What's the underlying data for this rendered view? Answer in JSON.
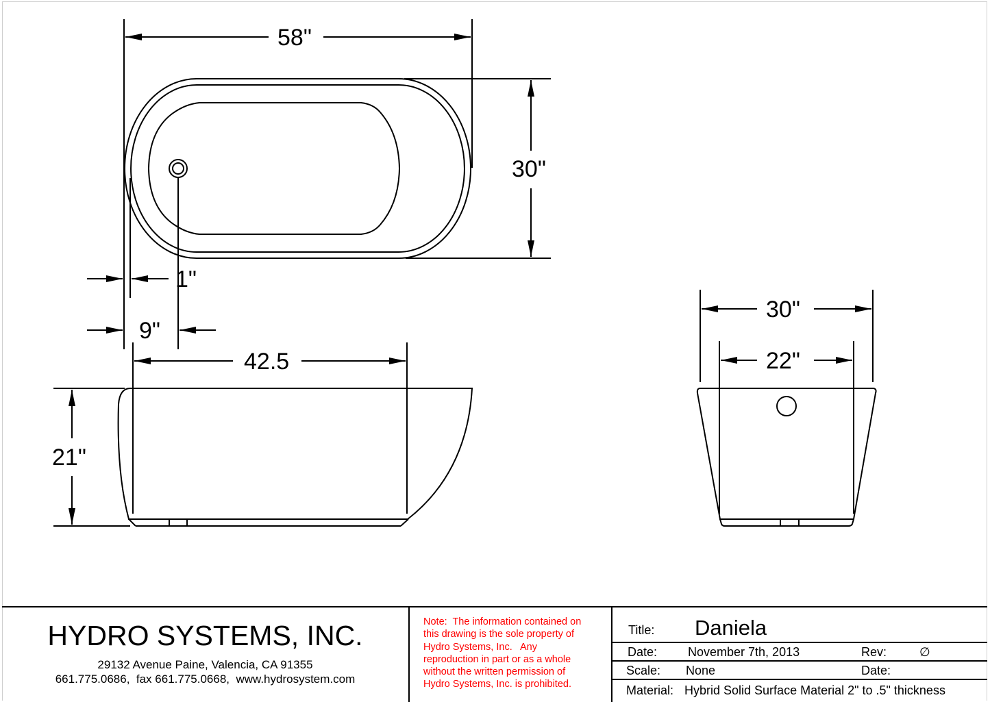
{
  "drawing": {
    "plan_view": {
      "overall_length_label": "58\"",
      "overall_width_label": "30\"",
      "rim_offset_label": "1\"",
      "drain_offset_label": "9\""
    },
    "side_view": {
      "inner_length_label": "42.5",
      "height_label": "21\""
    },
    "end_view": {
      "outer_width_label": "30\"",
      "inner_width_label": "22\""
    }
  },
  "title_block": {
    "company": {
      "name": "HYDRO SYSTEMS, INC.",
      "address": "29132 Avenue Paine, Valencia, CA 91355",
      "contact": "661.775.0686,  fax 661.775.0668,  www.hydrosystem.com"
    },
    "note": {
      "lines": [
        "Note:  The information contained on",
        "this drawing is the sole property of",
        "Hydro Systems, Inc.   Any",
        "reproduction in part or as a whole",
        "without the written permission of",
        "Hydro Systems, Inc. is prohibited."
      ],
      "color": "#ff0000"
    },
    "info": {
      "title_label": "Title:",
      "title_value": "Daniela",
      "date_label": "Date:",
      "date_value": "November 7th, 2013",
      "rev_label": "Rev:",
      "rev_value": "∅",
      "scale_label": "Scale:",
      "scale_value": "None",
      "rev_date_label": "Date:",
      "rev_date_value": "",
      "material_label": "Material:",
      "material_value": "Hybrid Solid Surface Material 2\" to .5\" thickness"
    }
  }
}
